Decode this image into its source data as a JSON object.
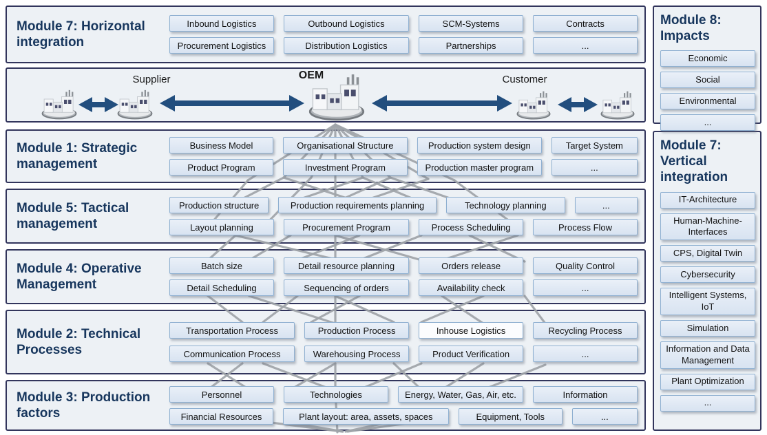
{
  "band": {
    "supplier_label": "Supplier",
    "oem_label": "OEM",
    "customer_label": "Customer"
  },
  "left_panels": [
    {
      "title": "Module 7: Horizontal integration",
      "rows": [
        [
          "Inbound Logistics",
          "Outbound Logistics",
          "SCM-Systems",
          "Contracts"
        ],
        [
          "Procurement Logistics",
          "Distribution Logistics",
          "Partnerships",
          "..."
        ]
      ]
    },
    {
      "title": "Module 1: Strategic management",
      "rows": [
        [
          "Business Model",
          "Organisational Structure",
          "Production system design",
          "Target System"
        ],
        [
          "Product Program",
          "Investment Program",
          "Production master program",
          "..."
        ]
      ]
    },
    {
      "title": "Module 5: Tactical management",
      "rows": [
        [
          "Production structure",
          "Production requirements planning",
          "Technology planning",
          "..."
        ],
        [
          "Layout planning",
          "Procurement Program",
          "Process Scheduling",
          "Process Flow"
        ]
      ]
    },
    {
      "title": "Module 4: Operative Management",
      "rows": [
        [
          "Batch size",
          "Detail resource planning",
          "Orders release",
          "Quality Control"
        ],
        [
          "Detail Scheduling",
          "Sequencing of orders",
          "Availability check",
          "..."
        ]
      ]
    },
    {
      "title": "Module 2: Technical Processes",
      "rows": [
        [
          "Transportation Process",
          "Production Process",
          "Inhouse Logistics",
          "Recycling Process"
        ],
        [
          "Communication Process",
          "Warehousing Process",
          "Product Verification",
          "..."
        ]
      ]
    },
    {
      "title": "Module 3: Production factors",
      "rows": [
        [
          "Personnel",
          "Technologies",
          "Energy, Water, Gas, Air, etc.",
          "Information"
        ],
        [
          "Financial Resources",
          "Plant layout: area, assets, spaces",
          "Equipment, Tools",
          "..."
        ]
      ]
    }
  ],
  "right_panels": [
    {
      "title": "Module 8: Impacts",
      "items": [
        "Economic",
        "Social",
        "Environmental",
        "..."
      ]
    },
    {
      "title": "Module 7: Vertical integration",
      "items": [
        "IT-Architecture",
        "Human-Machine-Interfaces",
        "CPS, Digital Twin",
        "Cybersecurity",
        "Intelligent Systems, IoT",
        "Simulation",
        "Information and Data Management",
        "Plant Optimization",
        "..."
      ]
    }
  ],
  "colors": {
    "title_navy": "#17365d",
    "panel_border": "#32355c",
    "chip_fill": "#d8e3f1",
    "chip_border": "#8fb0d1",
    "arrow_blue": "#224e7e",
    "connector_gray": "#a0a5aa"
  }
}
